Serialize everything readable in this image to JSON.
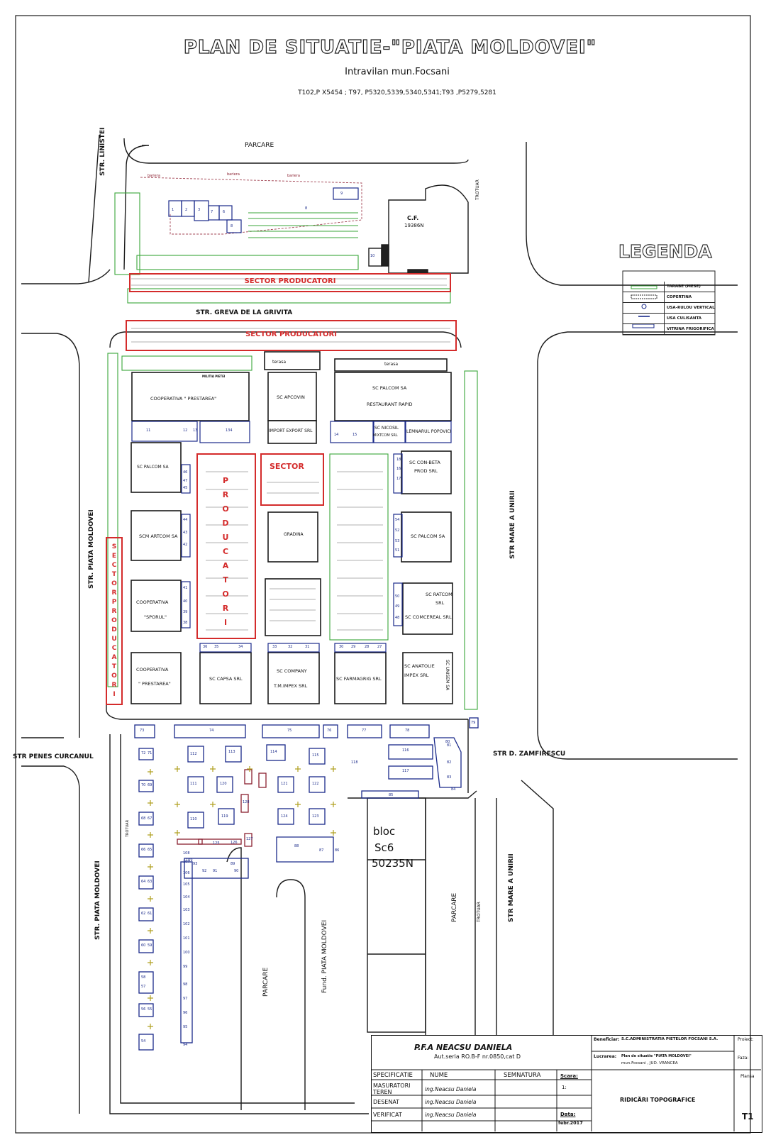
{
  "header": {
    "title": "PLAN DE SITUATIE-\"PIATA MOLDOVEI\"",
    "subtitle": "Intravilan mun.Focsani",
    "cadastral": "T102,P X5454 ; T97, P5320,5339,5340,5341;T93 ,P5279,5281"
  },
  "streets": {
    "linistei": "STR. LINISTEI",
    "greva": "STR. GREVA DE LA GRIVITA",
    "piata_moldovei_upper": "STR. PIATA MOLDOVEI",
    "piata_moldovei_lower": "STR. PIATA MOLDOVEI",
    "mare_unirii_upper": "STR MARE A UNIRII",
    "mare_unirii_lower": "STR MARE A UNIRII",
    "penes_curcanul": "STR PENES CURCANUL",
    "zamfirescu": "STR D. ZAMFIRESCU",
    "fund_piata": "Fund. PIATA MOLDOVEI"
  },
  "parking": {
    "top": "PARCARE",
    "bottom_center": "PARCARE",
    "bottom_right": "PARCARE"
  },
  "sidewalk": "TROTUAR",
  "top_area": {
    "bariera": "bariera",
    "cf_label": "C.F.",
    "cf_code": "19386N"
  },
  "sectors": {
    "producatori": "SECTOR PRODUCATORI",
    "sector": "SECTOR",
    "vertical_producatori": "PRODUCATORI",
    "vertical_sector_producatori": "SECTOR PRODUCATORI"
  },
  "buildings": {
    "prestarea_top": "COOPERATIVA \" PRESTAREA\"",
    "apcovin": "SC APCOVIN",
    "import_export": "IMPORT EXPORT SRL",
    "palcom_restaurant_1": "SC PALCOM SA",
    "palcom_restaurant_2": "RESTAURANT RAPID",
    "terasa": "terasa",
    "militia": "MILITIA PIETEI",
    "nicosil": "SC NICOSIL",
    "mixtcom": "MIXTCOM SRL",
    "lemnarul": "LEMNARUL POPOVICI",
    "palcom_left": "SC PALCOM SA",
    "conbeta_1": "SC CON-BETA",
    "conbeta_2": "PROD SRL",
    "artcom": "SCM ARTCOM SA",
    "gradina": "GRADINA",
    "palcom_right": "SC PALCOM SA",
    "sporul_1": "COOPERATIVA",
    "sporul_2": "\"SPORUL\"",
    "ratcom_1": "SC RATCOM",
    "ratcom_2": "SRL",
    "comcereal": "SC COMCEREAL SRL",
    "prestarea_bottom_1": "COOPERATIVA",
    "prestarea_bottom_2": "\" PRESTAREA\"",
    "capsa": "SC CAPSA SRL",
    "company_1": "SC COMPANY",
    "company_2": "T.M.IMPEX SRL",
    "farmagrig": "SC FARMAGRIG SRL",
    "anatolie_1": "SC ANATOLIE",
    "anatolie_2": "IMPEX SRL",
    "unisem": "SC UNISEM SA"
  },
  "bloc": {
    "line1": "bloc",
    "line2": "Sc6",
    "line3": "50235N"
  },
  "numbers": {
    "top": [
      "1",
      "2",
      "3",
      "7",
      "6",
      "8",
      "8",
      "9",
      "10"
    ],
    "row1": [
      "11",
      "12",
      "13",
      "134",
      "14",
      "15",
      "16",
      "17",
      "18"
    ],
    "side": [
      "46",
      "47",
      "45",
      "44",
      "43",
      "42",
      "41",
      "40",
      "39",
      "38",
      "54",
      "52",
      "53",
      "51",
      "50",
      "49",
      "48"
    ],
    "stalls": [
      "36",
      "35",
      "34",
      "33",
      "32",
      "31",
      "30",
      "29",
      "28",
      "27"
    ],
    "lower_top": [
      "73",
      "74",
      "75",
      "76",
      "77",
      "78",
      "79",
      "80"
    ],
    "lower": [
      "72",
      "71",
      "70",
      "69",
      "68",
      "67",
      "66",
      "65",
      "64",
      "63",
      "62",
      "61",
      "60",
      "59",
      "58",
      "57",
      "56",
      "55",
      "54"
    ],
    "kiosks": [
      "112",
      "113",
      "114",
      "115",
      "116",
      "117",
      "111",
      "120",
      "121",
      "122",
      "110",
      "119",
      "124",
      "123",
      "118",
      "125",
      "126",
      "127",
      "128",
      "81",
      "82",
      "83",
      "84",
      "85",
      "86",
      "87",
      "88",
      "89",
      "90",
      "91",
      "92",
      "93",
      "94",
      "95",
      "96",
      "97",
      "98",
      "99",
      "100",
      "101",
      "102",
      "103",
      "104",
      "105",
      "106",
      "107",
      "108",
      "109"
    ]
  },
  "legend": {
    "title": "LEGENDA",
    "items": [
      "TARABE (MESE)",
      "COPERTINA",
      "USA-RULOU VERTICAL",
      "USA CULISANTA",
      "VITRINA FRIGORIFICA"
    ]
  },
  "title_block": {
    "firm": "P.F.A NEACSU DANIELA",
    "authorization": "Aut.seria RO.B-F nr.0850,cat D",
    "beneficiar_label": "Beneficiar:",
    "beneficiar": "S.C.ADMINISTRATIA PIETELOR FOCSANI S.A.",
    "lucrare_label": "Lucrarea:",
    "lucrare_1": "Plan de situatie \"PIATA MOLDOVEI\"",
    "lucrare_2": "mun.Focsani , JUD. VRANCEA",
    "proiect_label": "Proiect:",
    "faza_label": "Faza:",
    "plansa_label": "Plansa",
    "plansa": "T1",
    "col_spec": "SPECIFICATIE",
    "col_nume": "NUME",
    "col_semn": "SEMNATURA",
    "rows": [
      {
        "spec": "MASURATORI TEREN",
        "nume": "ing.Neacsu Daniela"
      },
      {
        "spec": "DESENAT",
        "nume": "ing.Neacsu Daniela"
      },
      {
        "spec": "VERIFICAT",
        "nume": "ing.Neacsu Daniela"
      }
    ],
    "scara_label": "Scara:",
    "scara": "1:",
    "data_label": "Data:",
    "data": "febr.2017",
    "lucrare_type": "RIDICĂRI TOPOGRAFICE"
  },
  "colors": {
    "line": "#1a1a1a",
    "sector_red": "#d42b2b",
    "green": "#3aa63a",
    "building_blue": "#1a2a8a",
    "stall_maroon": "#8a2030"
  }
}
